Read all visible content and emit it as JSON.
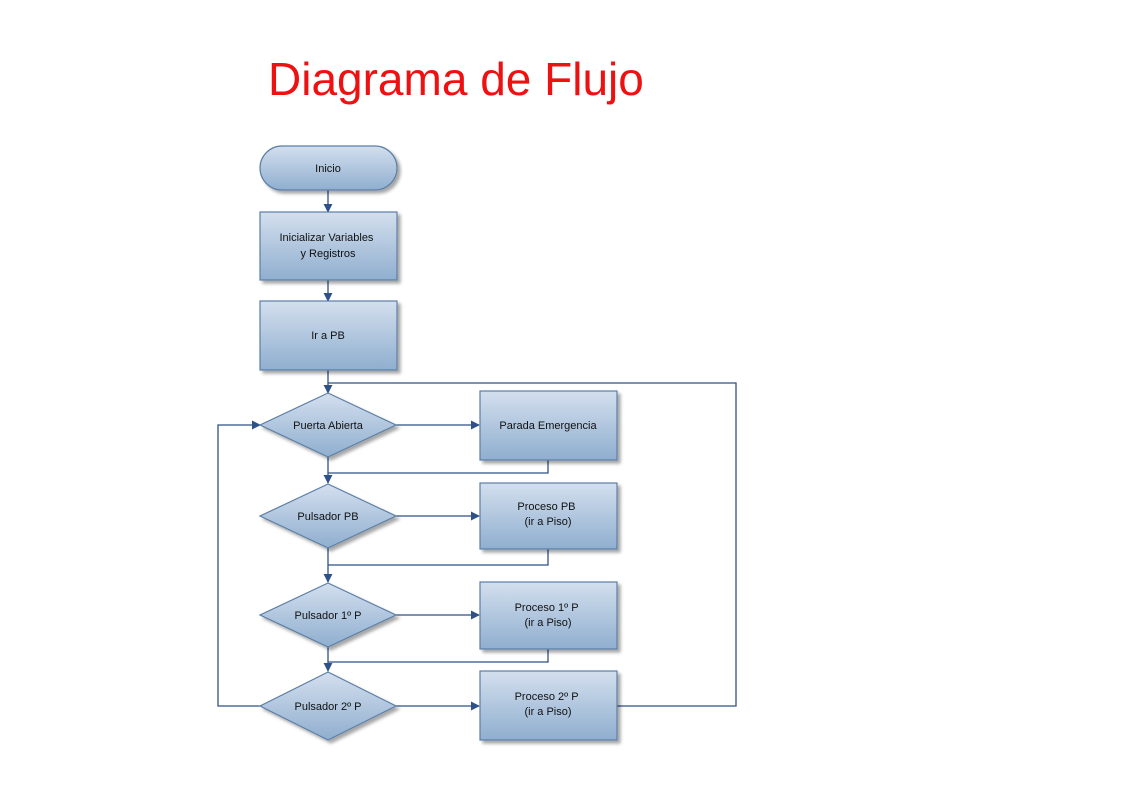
{
  "title": "Diagrama de Flujo",
  "colors": {
    "title": "#ee1111",
    "node_fill_top": "#d3dfee",
    "node_fill_bottom": "#8faecf",
    "node_stroke": "#5b7ea6",
    "connector": "#2e5287"
  },
  "nodes": {
    "inicio": {
      "lines": [
        "Inicio"
      ]
    },
    "init_vars": {
      "lines": [
        "Inicializar Variables",
        "y Registros"
      ]
    },
    "ir_pb": {
      "lines": [
        "Ir a PB"
      ]
    },
    "puerta_abierta": {
      "lines": [
        "Puerta Abierta"
      ]
    },
    "parada_emergencia": {
      "lines": [
        "Parada Emergencia"
      ]
    },
    "pulsador_pb": {
      "lines": [
        "Pulsador PB"
      ]
    },
    "proceso_pb": {
      "lines": [
        "Proceso PB",
        "(ir a Piso)"
      ]
    },
    "pulsador_1p": {
      "lines": [
        "Pulsador 1º P"
      ]
    },
    "proceso_1p": {
      "lines": [
        "Proceso 1º P",
        "(ir a Piso)"
      ]
    },
    "pulsador_2p": {
      "lines": [
        "Pulsador 2º P"
      ]
    },
    "proceso_2p": {
      "lines": [
        "Proceso 2º P",
        "(ir a Piso)"
      ]
    }
  }
}
